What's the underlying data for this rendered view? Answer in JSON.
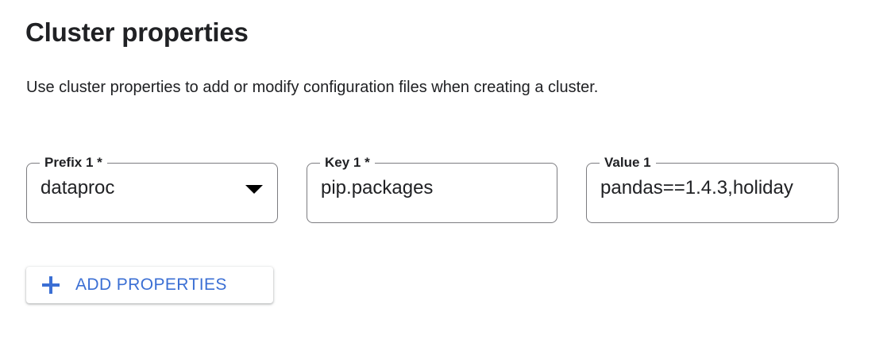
{
  "header": {
    "title": "Cluster properties",
    "description": "Use cluster properties to add or modify configuration files when creating a cluster."
  },
  "fields": [
    {
      "name": "prefix",
      "label": "Prefix 1 *",
      "value": "dataproc",
      "control": "select",
      "icon": "dropdown-arrow-icon"
    },
    {
      "name": "key",
      "label": "Key 1 *",
      "value": "pip.packages",
      "control": "text"
    },
    {
      "name": "value",
      "label": "Value 1",
      "value": "pandas==1.4.3,holiday",
      "control": "text"
    }
  ],
  "actions": {
    "add_properties_label": "ADD PROPERTIES",
    "add_properties_icon": "plus-icon"
  },
  "colors": {
    "accent_blue": "#3b6fd4",
    "text_primary": "#202124",
    "field_border": "#7c7c80",
    "background": "#ffffff"
  }
}
